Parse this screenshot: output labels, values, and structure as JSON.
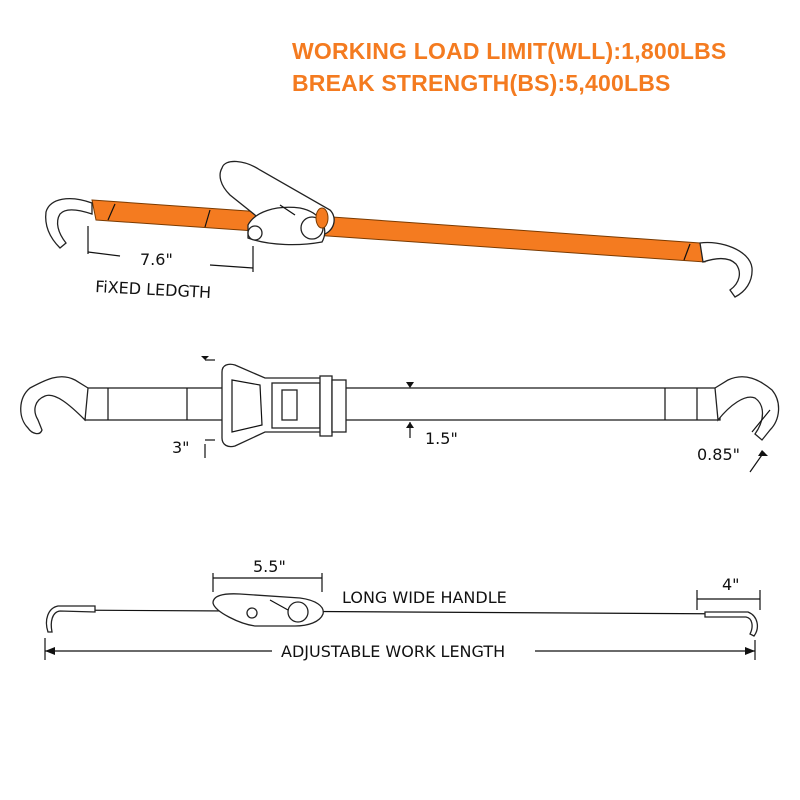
{
  "specs": {
    "wll": "WORKING LOAD LIMIT(WLL):1,800LBS",
    "bs": "BREAK STRENGTH(BS):5,400LBS"
  },
  "top_view": {
    "fixed_length_value": "7.6\"",
    "fixed_length_label": "FiXED LEDGTH"
  },
  "front_view": {
    "handle_width": "3\"",
    "strap_width": "1.5\"",
    "hook_thickness": "0.85\""
  },
  "side_view": {
    "handle_length": "5.5\"",
    "handle_label": "LONG WIDE HANDLE",
    "hook_length": "4\"",
    "work_length_label": "ADJUSTABLE WORK LENGTH"
  },
  "colors": {
    "accent": "#f47b20",
    "line": "#111111"
  }
}
